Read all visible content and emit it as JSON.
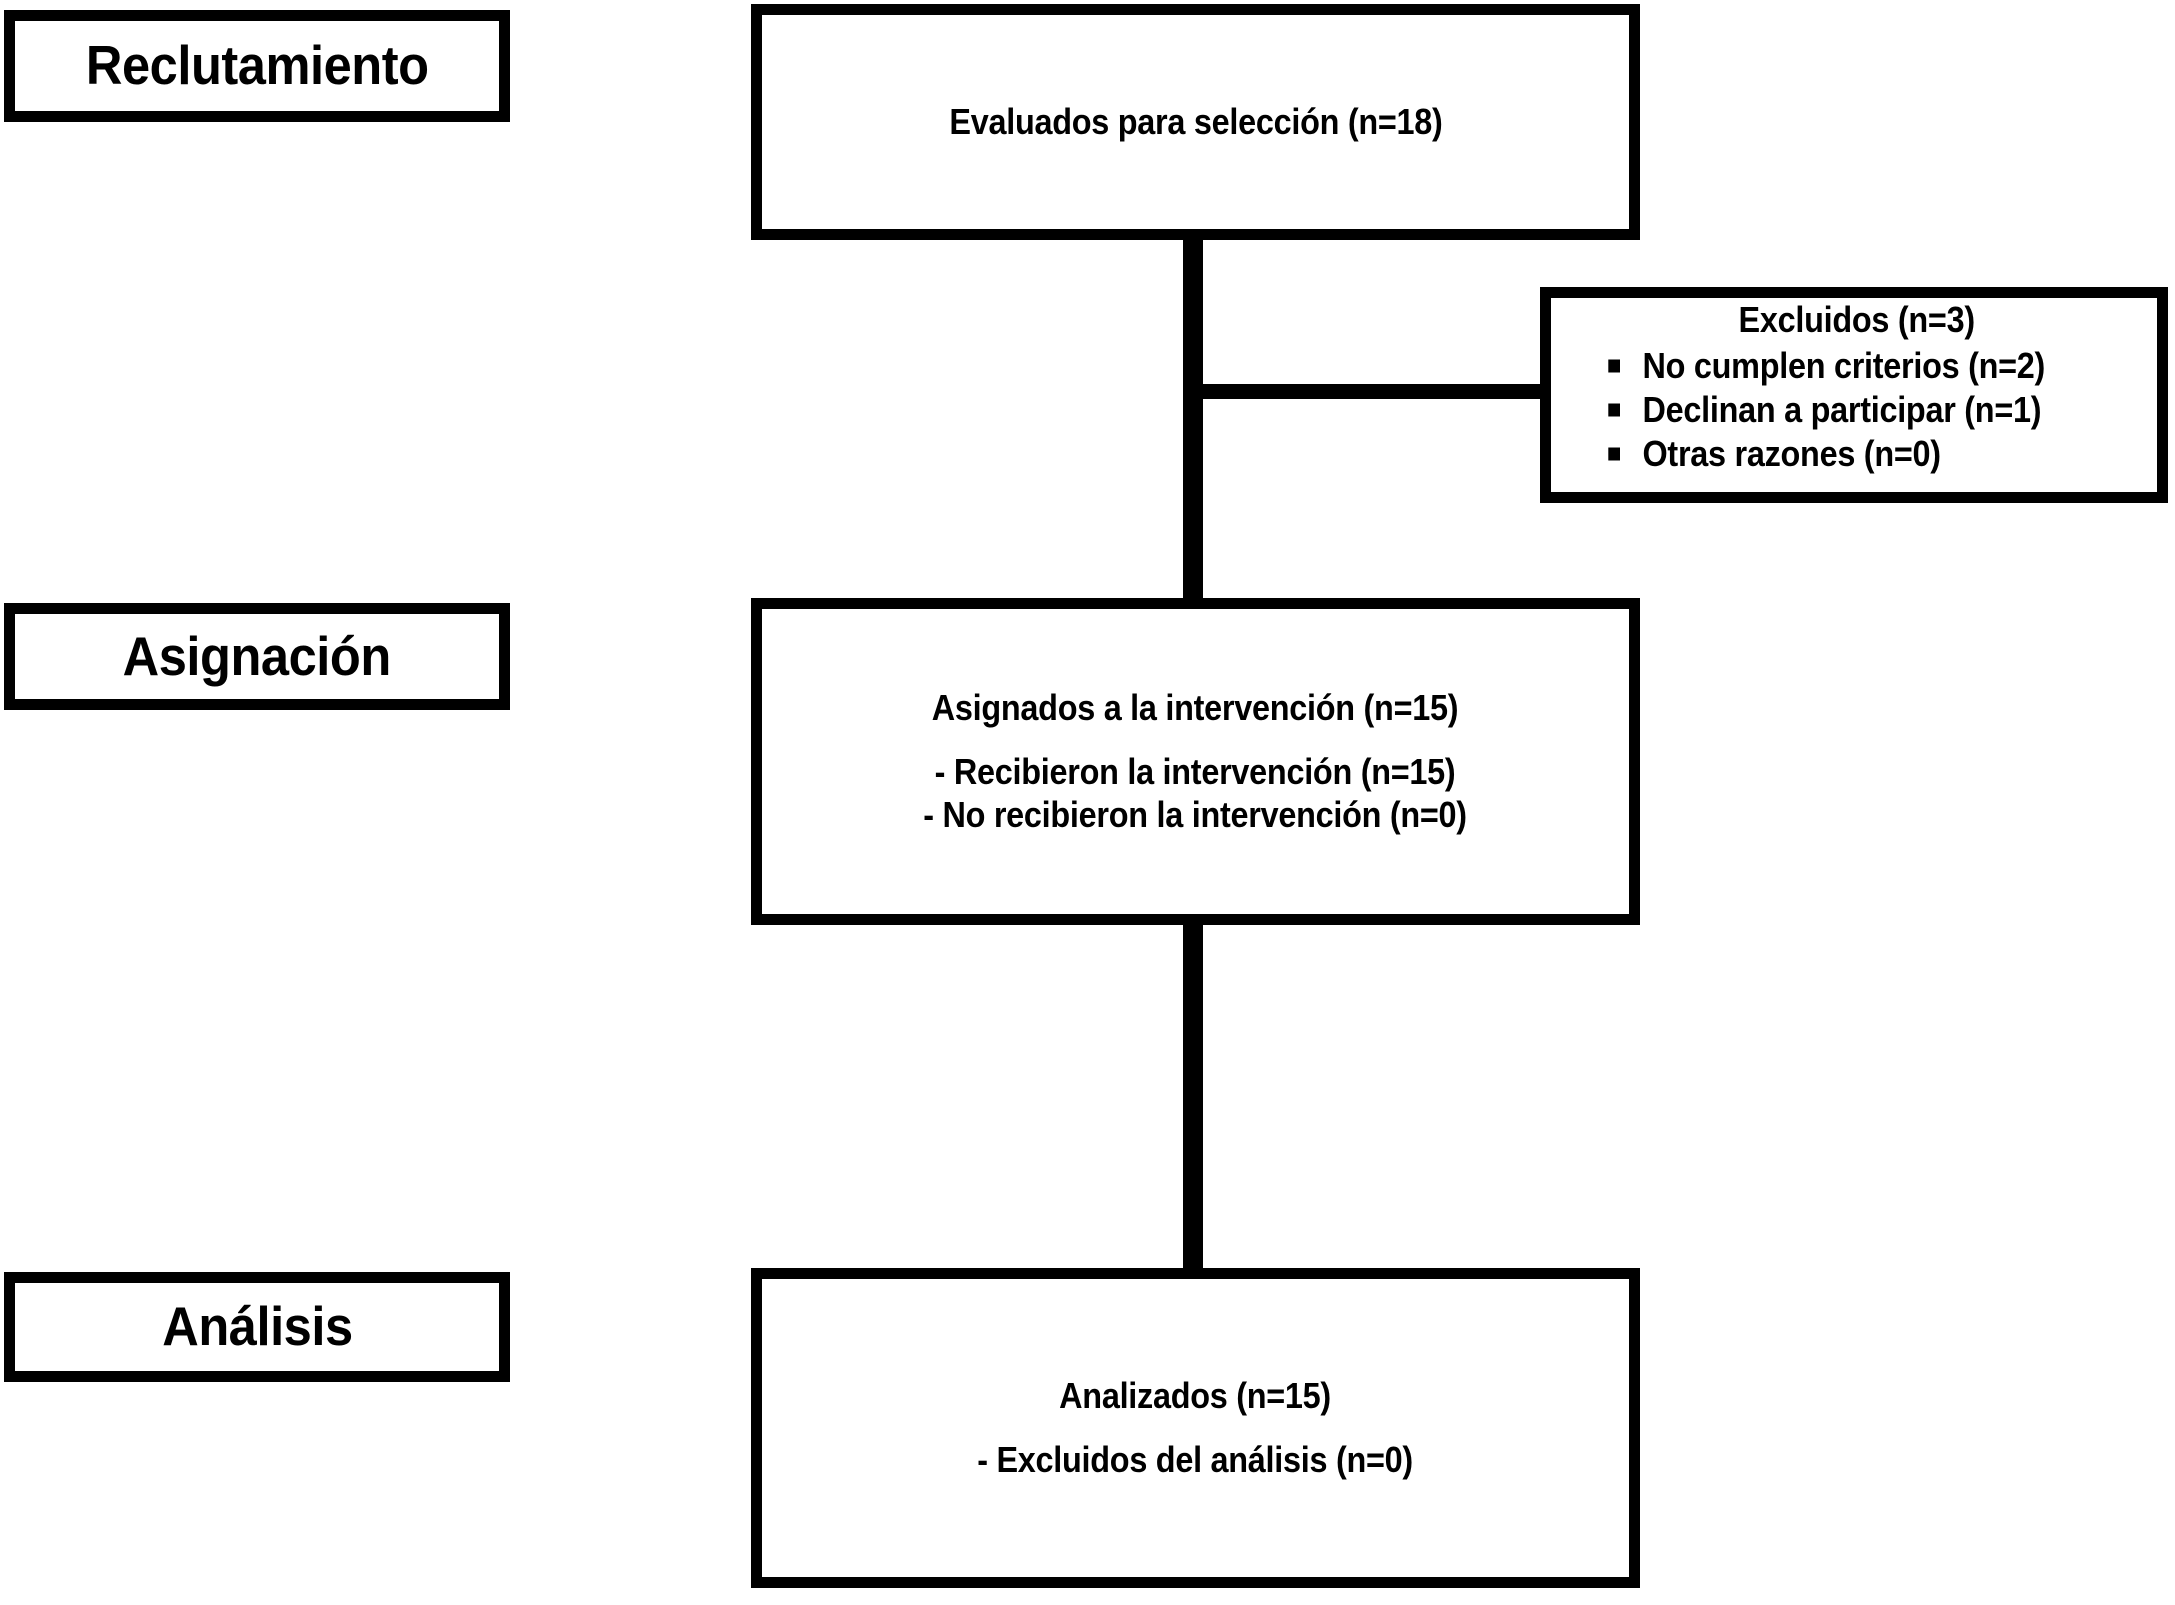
{
  "diagram": {
    "type": "consort-flow-diagram",
    "language": "es",
    "colors": {
      "background": "#ffffff",
      "stroke": "#000000",
      "text": "#000000"
    },
    "stages": [
      {
        "id": "recruitment",
        "label": "Reclutamiento"
      },
      {
        "id": "allocation",
        "label": "Asignación"
      },
      {
        "id": "analysis",
        "label": "Análisis"
      }
    ],
    "nodes": {
      "screened": {
        "headline": "Evaluados para selección (n=18)",
        "n": 18
      },
      "excluded": {
        "title": "Excluidos (n=3)",
        "n": 3,
        "bullet_icon": "square-bullet-icon",
        "reasons": [
          {
            "label": "No cumplen criterios (n=2)",
            "n": 2
          },
          {
            "label": "Declinan a participar (n=1)",
            "n": 1
          },
          {
            "label": "Otras razones (n=0)",
            "n": 0
          }
        ]
      },
      "allocated": {
        "headline": "Asignados a la intervención (n=15)",
        "n": 15,
        "details": [
          "- Recibieron la intervención (n=15)",
          "- No recibieron la intervención (n=0)"
        ]
      },
      "analyzed": {
        "headline": "Analizados (n=15)",
        "n": 15,
        "details": [
          "- Excluidos del análisis (n=0)"
        ]
      }
    },
    "connectors": [
      {
        "id": "screened-to-allocated",
        "from": "screened",
        "to": "allocated",
        "orientation": "vertical"
      },
      {
        "id": "trunk-to-excluded",
        "from": "screened-to-allocated",
        "to": "excluded",
        "orientation": "horizontal"
      },
      {
        "id": "allocated-to-analyzed",
        "from": "allocated",
        "to": "analyzed",
        "orientation": "vertical"
      }
    ]
  }
}
